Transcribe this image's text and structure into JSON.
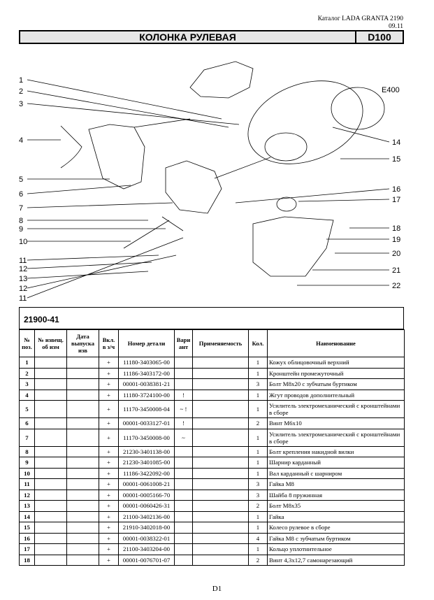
{
  "header": {
    "catalog": "Каталог LADA GRANTA 2190",
    "date": "09.11"
  },
  "title": {
    "text": "КОЛОНКА РУЛЕВАЯ",
    "code": "D100"
  },
  "diagram": {
    "left_callouts": [
      "1",
      "2",
      "3",
      "4",
      "5",
      "6",
      "7",
      "8",
      "9",
      "10",
      "11",
      "12",
      "13",
      "12",
      "11"
    ],
    "right_callouts": [
      "14",
      "15",
      "16",
      "17",
      "18",
      "19",
      "20",
      "21",
      "22"
    ],
    "assembly_label": "E400"
  },
  "model": "21900-41",
  "table": {
    "headers": {
      "pos": "№ поз.",
      "notice": "№ извещ. об изм",
      "date": "Дата выпуска изв",
      "incl": "Вкл. в з/ч",
      "part_no": "Номер детали",
      "variant": "Вари ант",
      "applicability": "Применяемость",
      "qty": "Кол.",
      "name": "Наименование"
    },
    "rows": [
      {
        "pos": "1",
        "incl": "+",
        "part": "11180-3403065-00",
        "var": "",
        "qty": "1",
        "name": "Кожух облицовочный верхний"
      },
      {
        "pos": "2",
        "incl": "+",
        "part": "11186-3403172-00",
        "var": "",
        "qty": "1",
        "name": "Кронштейн промежуточный"
      },
      {
        "pos": "3",
        "incl": "+",
        "part": "00001-0038381-21",
        "var": "",
        "qty": "3",
        "name": "Болт М8х20 с зубчатым буртиком"
      },
      {
        "pos": "4",
        "incl": "+",
        "part": "11180-3724100-00",
        "var": "!",
        "qty": "1",
        "name": "Жгут проводов дополнительный"
      },
      {
        "pos": "5",
        "incl": "+",
        "part": "11170-3450008-04",
        "var": "~ !",
        "qty": "1",
        "name": "Усилитель электромеханический с кронштейнами в сборе"
      },
      {
        "pos": "6",
        "incl": "+",
        "part": "00001-0033127-01",
        "var": "!",
        "qty": "2",
        "name": "Винт М6х10"
      },
      {
        "pos": "7",
        "incl": "+",
        "part": "11170-3450008-00",
        "var": "~",
        "qty": "1",
        "name": "Усилитель электромеханический с кронштейнами в сборе"
      },
      {
        "pos": "8",
        "incl": "+",
        "part": "21230-3401138-00",
        "var": "",
        "qty": "1",
        "name": "Болт крепления накидной вилки"
      },
      {
        "pos": "9",
        "incl": "+",
        "part": "21230-3401085-00",
        "var": "",
        "qty": "1",
        "name": "Шарнир карданный"
      },
      {
        "pos": "10",
        "incl": "+",
        "part": "11186-3422092-00",
        "var": "",
        "qty": "1",
        "name": "Вал карданный с шарниром"
      },
      {
        "pos": "11",
        "incl": "+",
        "part": "00001-0061008-21",
        "var": "",
        "qty": "3",
        "name": "Гайка М8"
      },
      {
        "pos": "12",
        "incl": "+",
        "part": "00001-0005166-70",
        "var": "",
        "qty": "3",
        "name": "Шайба 8 пружинная"
      },
      {
        "pos": "13",
        "incl": "+",
        "part": "00001-0060426-31",
        "var": "",
        "qty": "2",
        "name": "Болт М8х35"
      },
      {
        "pos": "14",
        "incl": "+",
        "part": "21100-3402136-00",
        "var": "",
        "qty": "1",
        "name": "Гайка"
      },
      {
        "pos": "15",
        "incl": "+",
        "part": "21910-3402018-00",
        "var": "",
        "qty": "1",
        "name": "Колесо рулевое в сборе"
      },
      {
        "pos": "16",
        "incl": "+",
        "part": "00001-0038322-01",
        "var": "",
        "qty": "4",
        "name": "Гайка М8 с зубчатым буртиком"
      },
      {
        "pos": "17",
        "incl": "+",
        "part": "21100-3403204-00",
        "var": "",
        "qty": "1",
        "name": "Кольцо уплотнительное"
      },
      {
        "pos": "18",
        "incl": "+",
        "part": "00001-0076701-07",
        "var": "",
        "qty": "2",
        "name": "Винт 4,3х12,7 самонарезающий"
      }
    ]
  },
  "footer": {
    "page": "D1"
  }
}
